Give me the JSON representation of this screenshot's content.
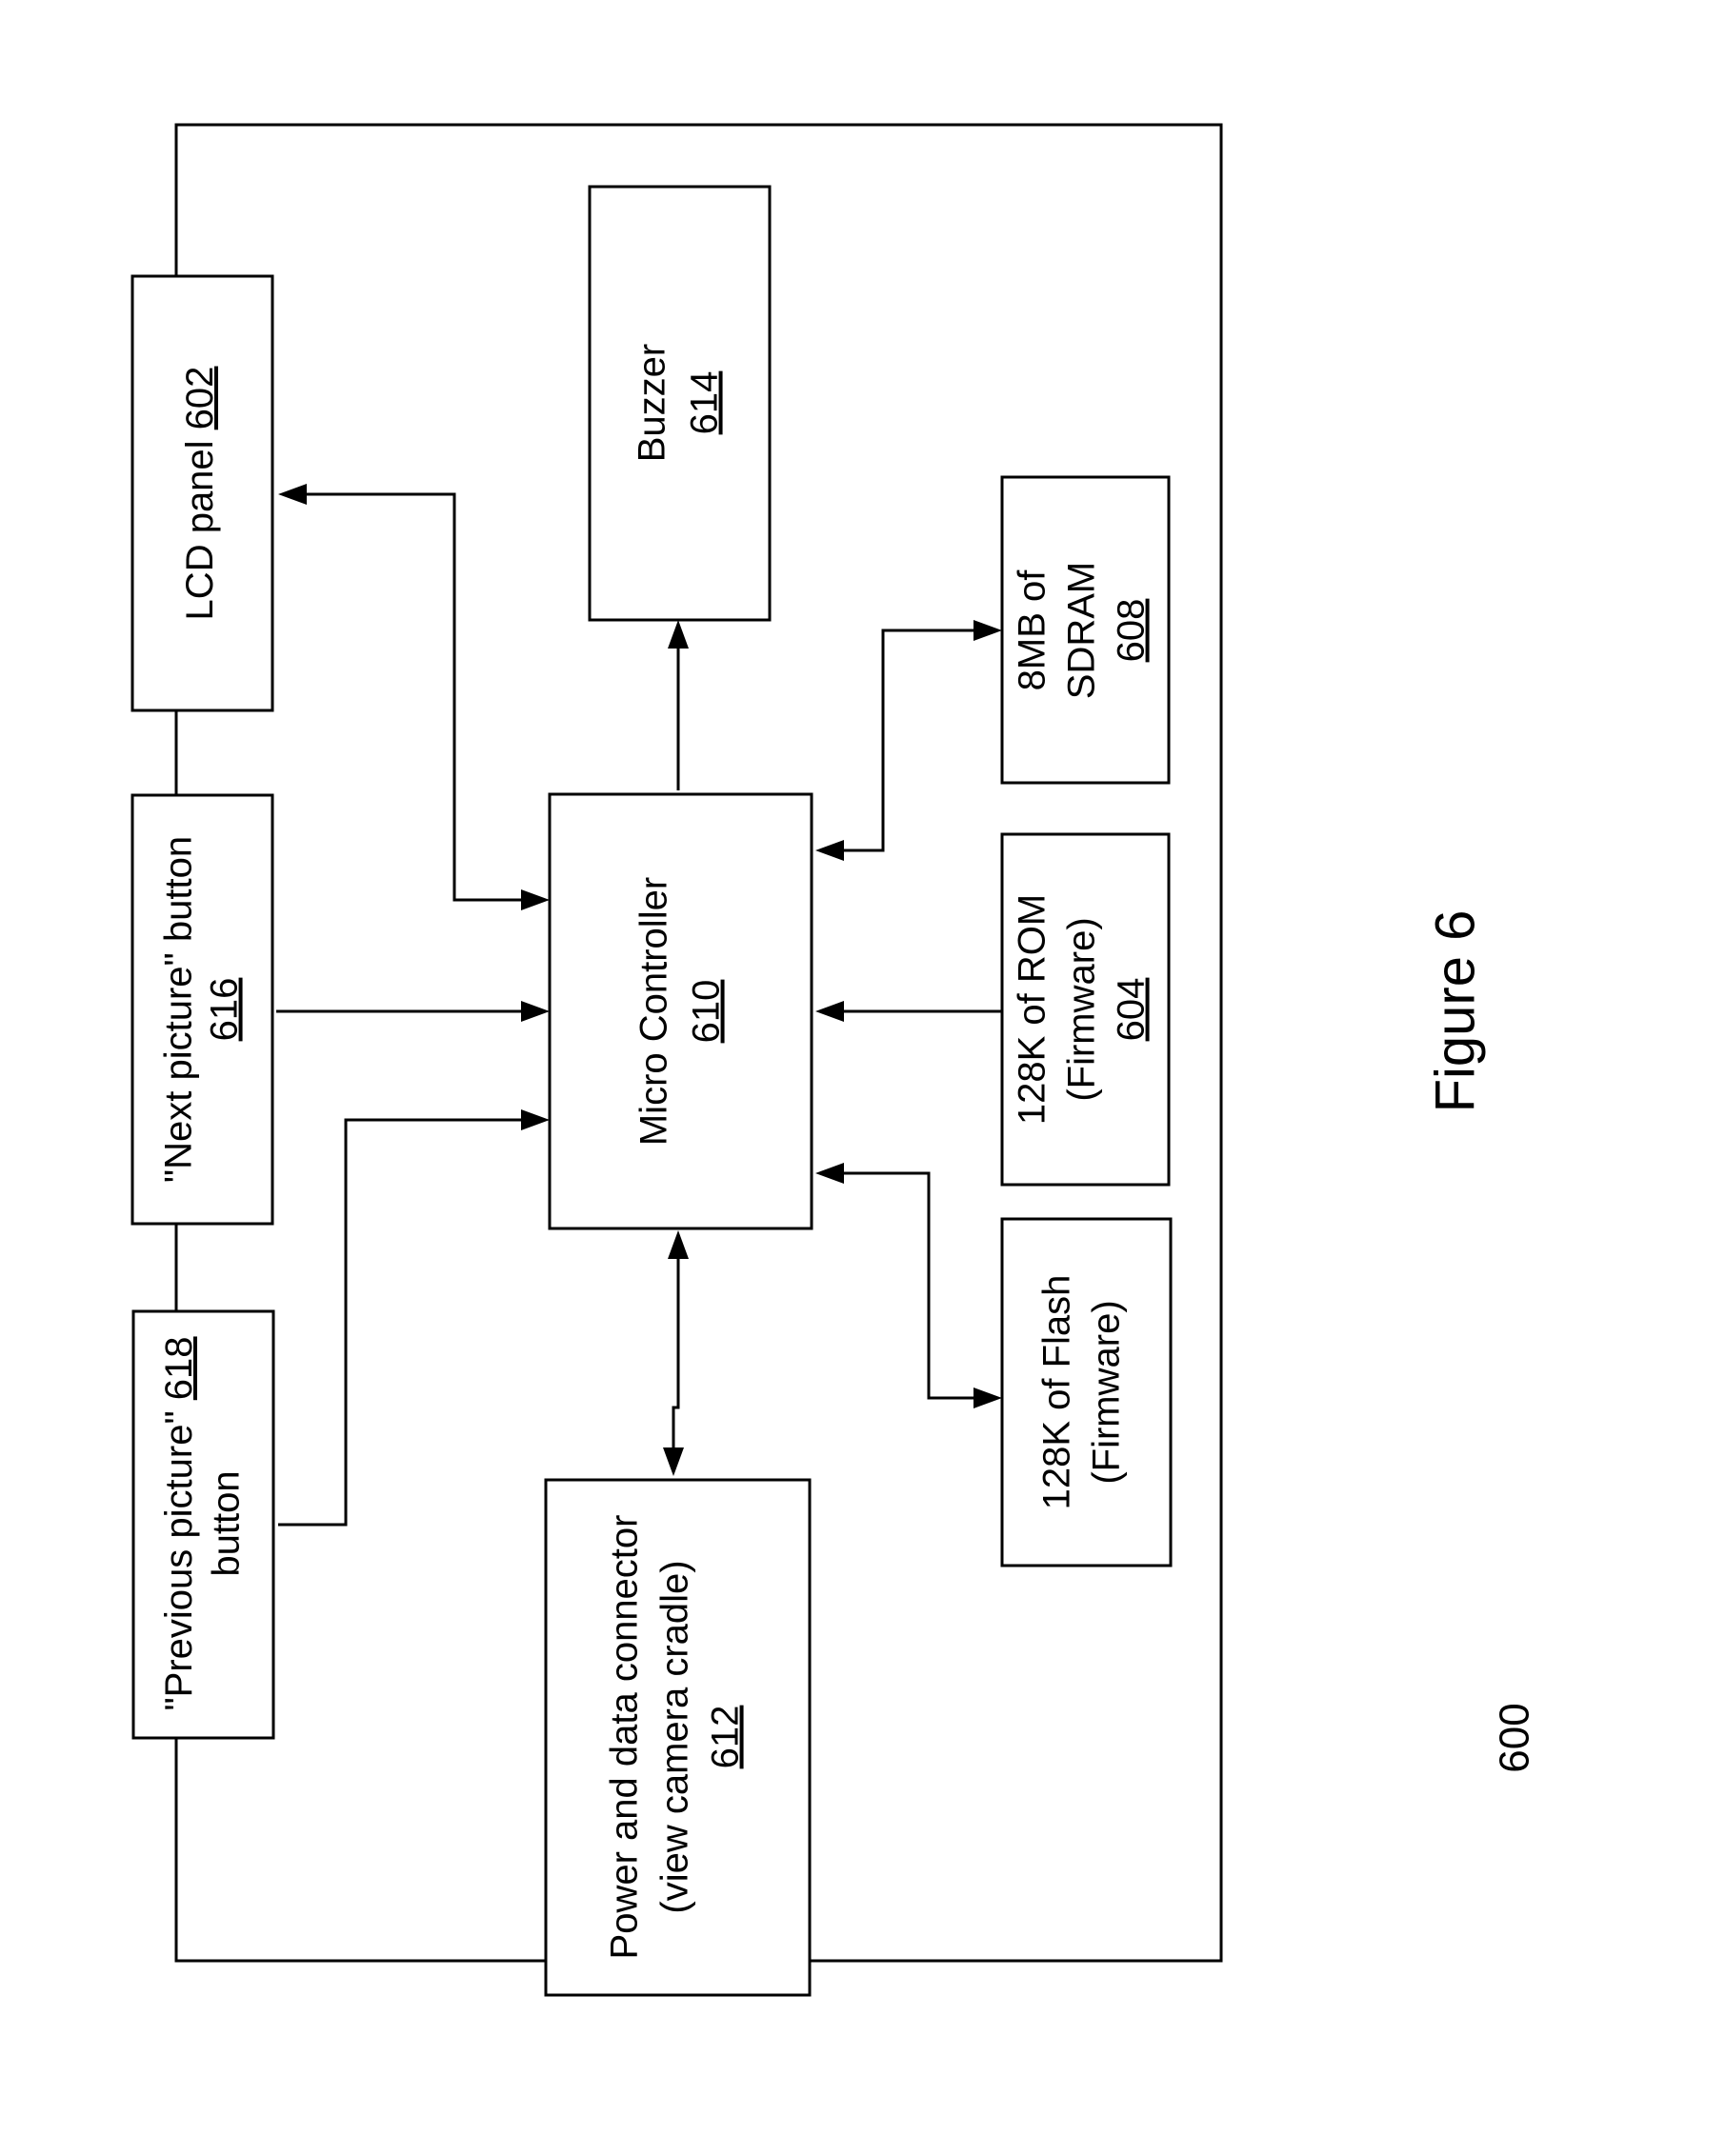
{
  "figure": {
    "label": "Figure 6",
    "ref": "600"
  },
  "blocks": {
    "lcd_panel": {
      "line1": "LCD panel",
      "ref": "602"
    },
    "next_button": {
      "line1": "\"Next picture\" button",
      "ref": "616"
    },
    "prev_button": {
      "line1": "\"Previous picture\"",
      "ref": "618",
      "line2": "button"
    },
    "power_connector": {
      "line1": "Power and data connector",
      "line2": "(view camera cradle)",
      "ref": "612"
    },
    "micro_controller": {
      "line1": "Micro Controller",
      "ref": "610"
    },
    "buzzer": {
      "line1": "Buzzer",
      "ref": "614"
    },
    "sdram": {
      "line1": "8MB of",
      "line2": "SDRAM",
      "ref": "608"
    },
    "rom": {
      "line1": "128K of ROM",
      "line2": "(Firmware)",
      "ref": "604"
    },
    "flash": {
      "line1": "128K of Flash",
      "line2": "(Firmware)"
    }
  }
}
